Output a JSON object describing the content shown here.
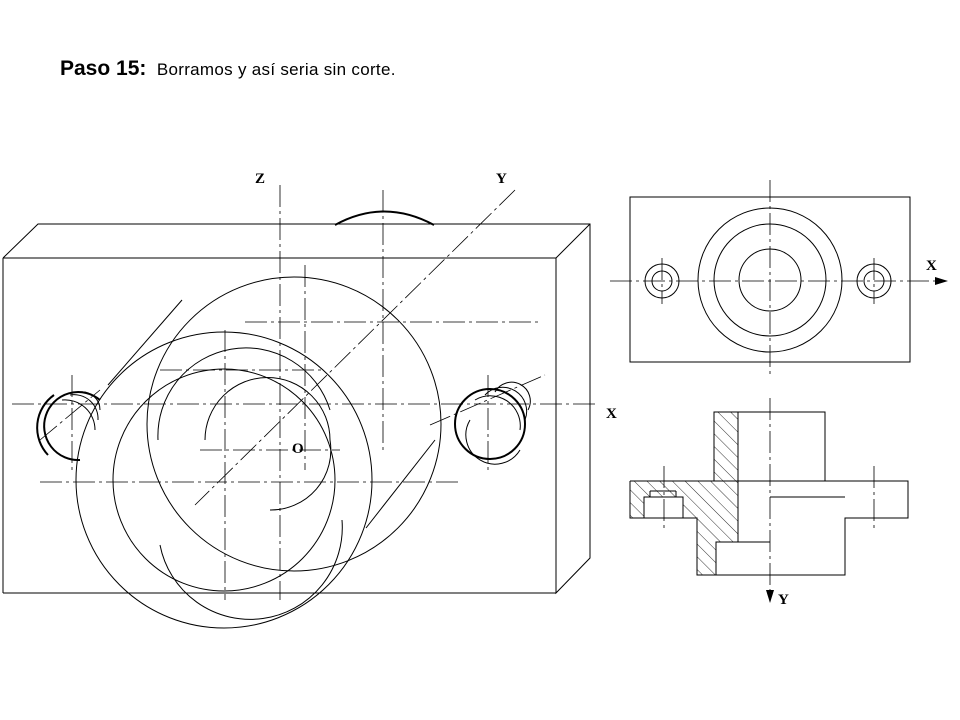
{
  "title": {
    "step": "Paso 15:",
    "description": "Borramos y así seria sin corte."
  },
  "iso_view": {
    "axis_z": "Z",
    "axis_y": "Y",
    "axis_x": "X",
    "origin": "O"
  },
  "top_view": {
    "axis_x": "X"
  },
  "front_section": {
    "axis_y": "Y"
  }
}
